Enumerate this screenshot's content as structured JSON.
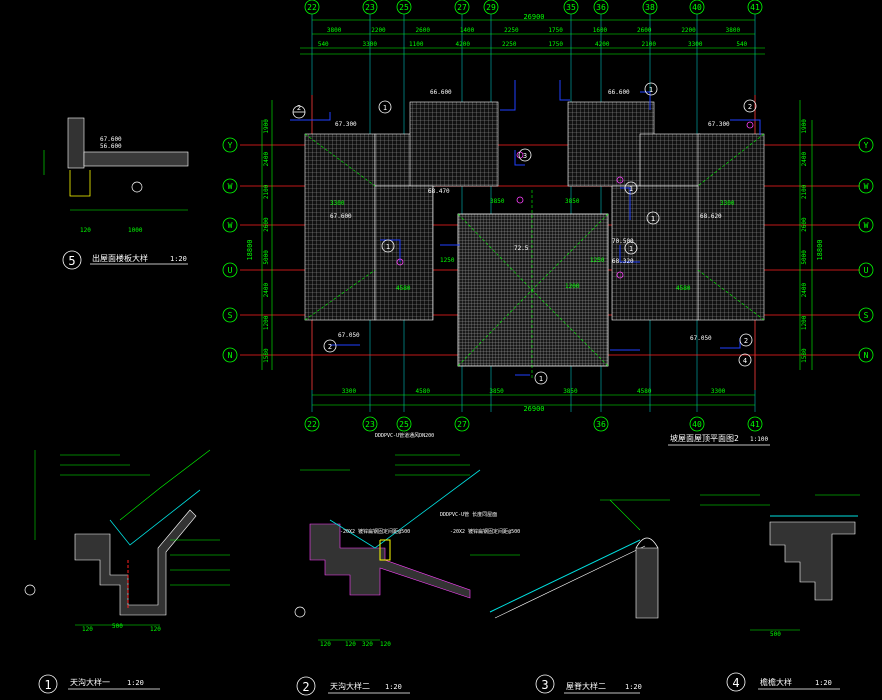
{
  "plan": {
    "title": "坡屋面屋顶平面图2",
    "scale": "1:100",
    "top_axes": [
      "22",
      "23",
      "25",
      "27",
      "29",
      "35",
      "36",
      "38",
      "40",
      "41"
    ],
    "bottom_axes": [
      "22",
      "23",
      "25",
      "27",
      "36",
      "40",
      "41"
    ],
    "side_axes": [
      "Y",
      "W",
      "W",
      "U",
      "S",
      "N"
    ],
    "total_dim": "26900",
    "top_dims": [
      "3800",
      "2200",
      "2600",
      "1400",
      "2250",
      "1750",
      "1600",
      "2600",
      "2200",
      "3800"
    ],
    "top_dims2": [
      "540",
      "3300",
      "1100",
      "4200",
      "2250",
      "1750",
      "4200",
      "2100",
      "3300",
      "540"
    ],
    "bottom_dims": [
      "3300",
      "4580",
      "3850",
      "3850",
      "4580",
      "3300"
    ],
    "left_dims": [
      "1900",
      "2400",
      "2100",
      "2600",
      "5000",
      "2400",
      "1200",
      "1580"
    ],
    "right_dims": [
      "1900",
      "2400",
      "2100",
      "2600",
      "5000",
      "2400",
      "1200",
      "1580"
    ],
    "left_total": "18800",
    "right_total": "18800",
    "elevations": [
      "66.600",
      "67.300",
      "68.470",
      "67.600",
      "67.050",
      "68.620",
      "70.500",
      "68.320",
      "72.5",
      "67.050",
      "66.600",
      "67.300"
    ],
    "dim_labels": [
      "3850",
      "3850",
      "1250",
      "1250",
      "3300",
      "3300",
      "1200",
      "4580",
      "4580"
    ]
  },
  "details": [
    {
      "num": "5",
      "title": "出屋面楼板大样",
      "scale": "1:20",
      "elevations": [
        "67.600",
        "56.600"
      ],
      "dims": [
        "120",
        "1000"
      ]
    },
    {
      "num": "1",
      "title": "天沟大样一",
      "scale": "1:20",
      "dims": [
        "120",
        "120",
        "500"
      ]
    },
    {
      "num": "2",
      "title": "天沟大样二",
      "scale": "1:20",
      "dims": [
        "120",
        "120",
        "320",
        "120"
      ],
      "header": "DDDPVC-U管道通风DN200",
      "notes": [
        "-20X2 镀锌扁钢固定间距@500",
        "DDDPVC-U管 长度同屋面",
        "-20X2 镀锌扁钢固定间距@500"
      ]
    },
    {
      "num": "3",
      "title": "屋脊大样二",
      "scale": "1:20"
    },
    {
      "num": "4",
      "title": "檐檐大样",
      "scale": "1:20",
      "dims": [
        "500"
      ]
    }
  ]
}
